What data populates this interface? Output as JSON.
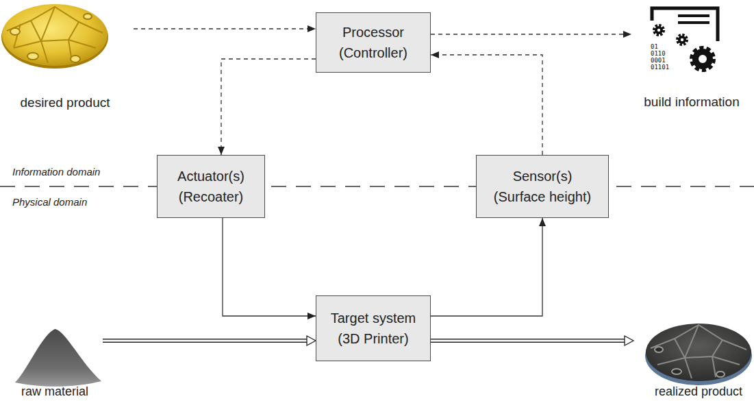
{
  "diagram": {
    "nodes": [
      {
        "text": [
          "Processor (Controller)"
        ]
      },
      {
        "text": [
          "Actuator(s) (Recoater)"
        ]
      },
      {
        "text": [
          "Sensor(s) (Surface height)"
        ]
      },
      {
        "text": [
          "Target system (3D Printer)"
        ]
      }
    ],
    "edges": [
      {
        "from": 0,
        "to": 1,
        "arrow": "to"
      },
      {
        "from": 2,
        "to": 0,
        "arrow": "to"
      },
      {
        "from": 1,
        "to": 3,
        "arrow": "to"
      },
      {
        "from": 3,
        "to": 2,
        "arrow": "to"
      }
    ],
    "labels": [
      "desired product",
      "build information",
      "Information domain",
      "Physical domain",
      "raw material",
      "realized product",
      "01",
      "0110",
      "0001",
      "01101"
    ]
  }
}
